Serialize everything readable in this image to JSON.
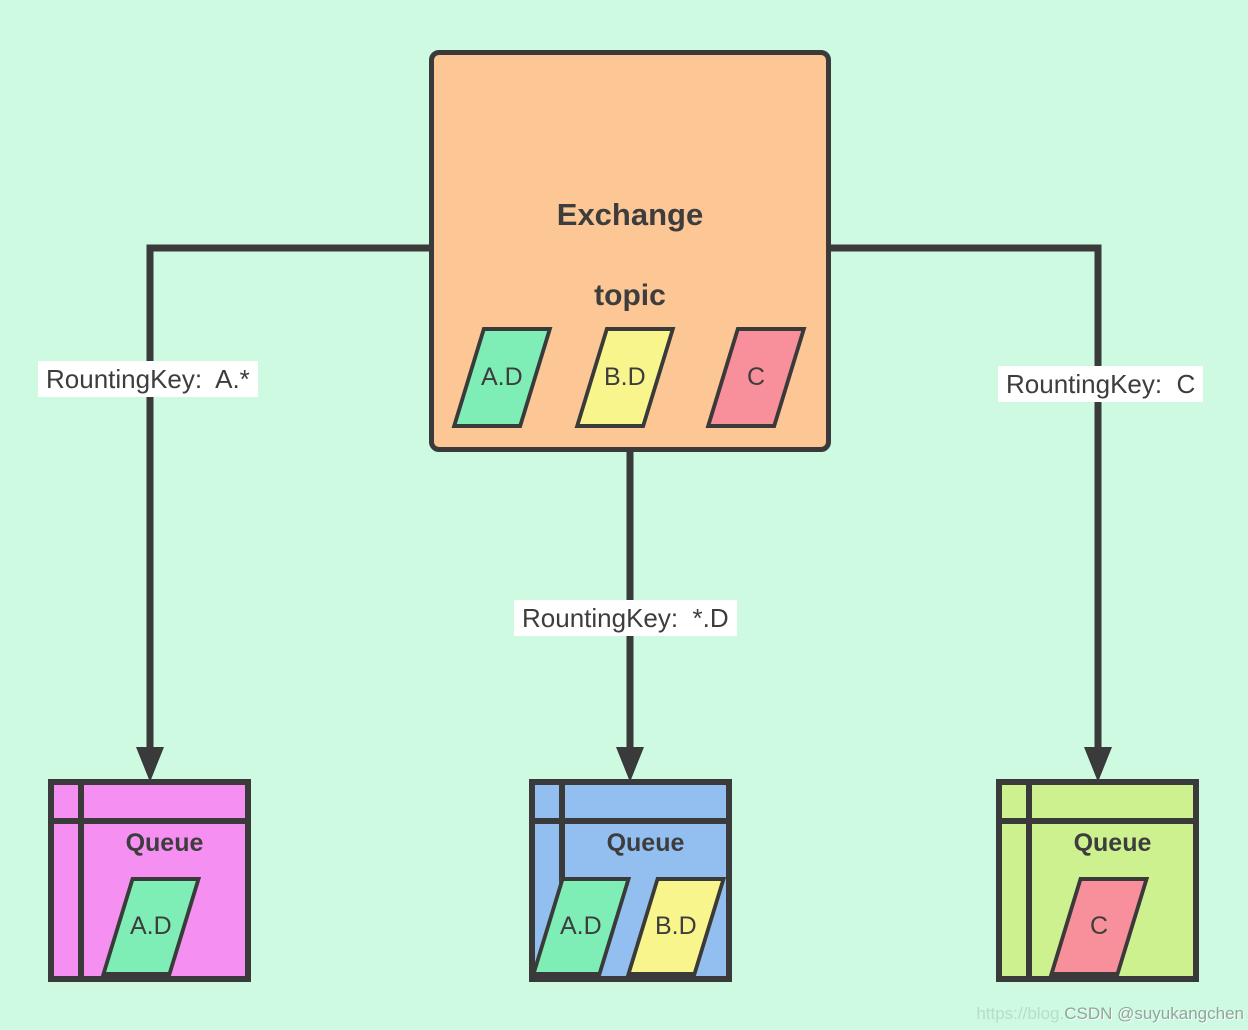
{
  "diagram": {
    "exchange": {
      "title": "Exchange",
      "type": "topic",
      "messages": [
        {
          "label": "A.D",
          "color": "#7feeb6"
        },
        {
          "label": "B.D",
          "color": "#f9f58d"
        },
        {
          "label": "C",
          "color": "#f7909a"
        }
      ]
    },
    "bindings": [
      {
        "label": "RountingKey:  A.*",
        "target": "queue-1"
      },
      {
        "label": "RountingKey:  *.D",
        "target": "queue-2"
      },
      {
        "label": "RountingKey:  C",
        "target": "queue-3"
      }
    ],
    "queues": [
      {
        "title": "Queue",
        "color": "#f58ff2",
        "messages": [
          {
            "label": "A.D",
            "color": "#7feeb6"
          }
        ]
      },
      {
        "title": "Queue",
        "color": "#92bff0",
        "messages": [
          {
            "label": "A.D",
            "color": "#7feeb6"
          },
          {
            "label": "B.D",
            "color": "#f9f58d"
          }
        ]
      },
      {
        "title": "Queue",
        "color": "#cdf18e",
        "messages": [
          {
            "label": "C",
            "color": "#f7909a"
          }
        ]
      }
    ]
  },
  "watermark": {
    "prefix": "https://blog.",
    "text": "CSDN @suyukangchen"
  },
  "colors": {
    "background": "#cdfae1",
    "exchange_fill": "#fcc795",
    "stroke": "#3a3a3a",
    "label_background": "#ffffff"
  }
}
